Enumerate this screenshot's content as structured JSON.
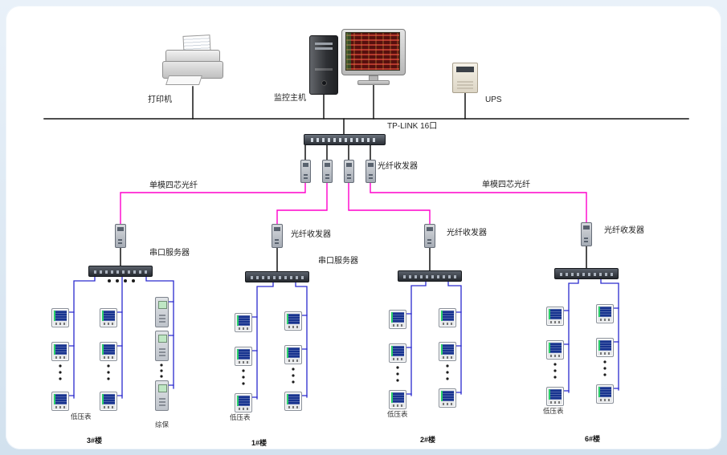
{
  "labels": {
    "printer": "打印机",
    "host": "监控主机",
    "ups": "UPS",
    "switch": "TP-LINK 16口",
    "top_transceiver": "光纤收发器",
    "fiber_left": "单模四芯光纤",
    "fiber_right": "单模四芯光纤"
  },
  "branches": [
    {
      "server": "串口服务器",
      "meter": "低压表",
      "relay": "综保",
      "building": "3#楼"
    },
    {
      "transceiver": "光纤收发器",
      "server": "串口服务器",
      "meter": "低压表",
      "building": "1#楼"
    },
    {
      "transceiver": "光纤收发器",
      "meter": "低压表",
      "building": "2#楼"
    },
    {
      "transceiver": "光纤收发器",
      "meter": "低压表",
      "building": "6#楼"
    }
  ],
  "colors": {
    "bus_line": "#141414",
    "fiber_line": "#ff00cc",
    "data_line": "#2a2ace"
  }
}
